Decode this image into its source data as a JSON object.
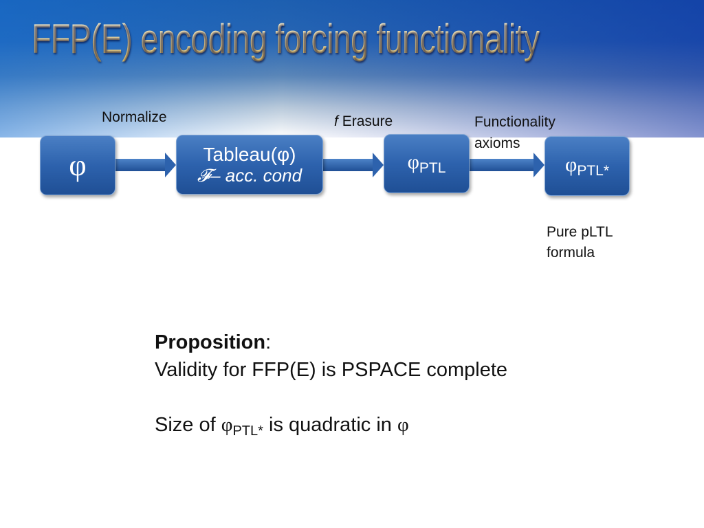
{
  "title": "FFP(E) encoding forcing functionality",
  "nodes": {
    "phi": "φ",
    "tableau_line1": "Tableau(φ)",
    "tableau_line2": "𝓕– acc. cond",
    "ptl_phi": "φ",
    "ptl_sub": "PTL",
    "ptlstar_phi": "φ",
    "ptlstar_sub": "PTL*"
  },
  "edges": {
    "normalize": "Normalize",
    "erasure_f": "f",
    "erasure": "Erasure",
    "functionality_1": "Functionality",
    "functionality_2": "axioms"
  },
  "note": {
    "line1": "Pure pLTL",
    "line2": "formula"
  },
  "proposition": {
    "heading": "Proposition",
    "colon": ":",
    "statement": "Validity for FFP(E) is PSPACE complete",
    "size_prefix": "Size of ",
    "size_phi": "φ",
    "size_sub": "PTL*",
    "size_suffix": " is quadratic in ",
    "size_phi2": "φ"
  }
}
